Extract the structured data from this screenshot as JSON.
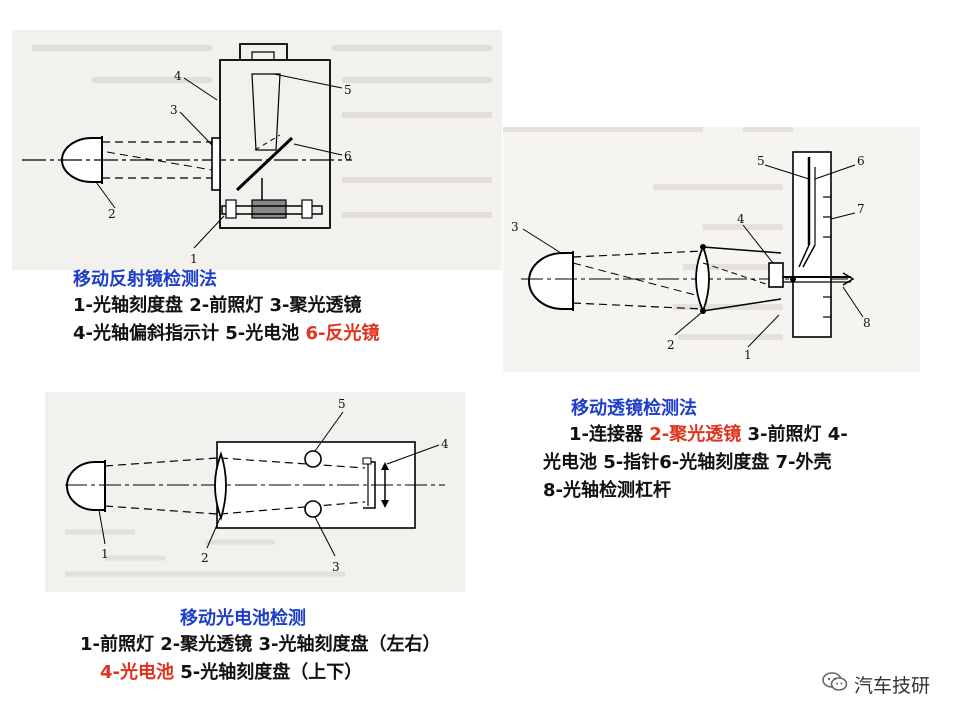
{
  "figure1": {
    "numbers": [
      "1",
      "2",
      "3",
      "4",
      "5",
      "6"
    ],
    "title": "移动反射镜检测法",
    "lines": [
      [
        {
          "t": "1-光轴刻度盘 2-前照灯 3-聚光透镜",
          "red": false
        }
      ],
      [
        {
          "t": "4-光轴偏斜指示计 5-光电池 ",
          "red": false
        },
        {
          "t": "6-反光镜",
          "red": true
        }
      ]
    ]
  },
  "figure2": {
    "numbers": [
      "1",
      "2",
      "3",
      "4",
      "5",
      "6",
      "7",
      "8"
    ],
    "title": "移动透镜检测法",
    "lines": [
      [
        {
          "t": "1-连接器 ",
          "red": false
        },
        {
          "t": "2-聚光透镜",
          "red": true
        },
        {
          "t": " 3-前照灯 4-",
          "red": false
        }
      ],
      [
        {
          "t": "光电池 5-指针6-光轴刻度盘 7-外壳",
          "red": false
        }
      ],
      [
        {
          "t": "8-光轴检测杠杆",
          "red": false
        }
      ]
    ]
  },
  "figure3": {
    "numbers": [
      "1",
      "2",
      "3",
      "4",
      "5"
    ],
    "title": "移动光电池检测",
    "lines": [
      [
        {
          "t": "1-前照灯 2-聚光透镜 3-光轴刻度盘（左右）",
          "red": false
        }
      ],
      [
        {
          "t": "4-光电池",
          "red": true
        },
        {
          "t": " 5-光轴刻度盘（上下）",
          "red": false
        }
      ]
    ]
  },
  "watermark": {
    "text": "汽车技研",
    "icon": "wechat-icon"
  }
}
